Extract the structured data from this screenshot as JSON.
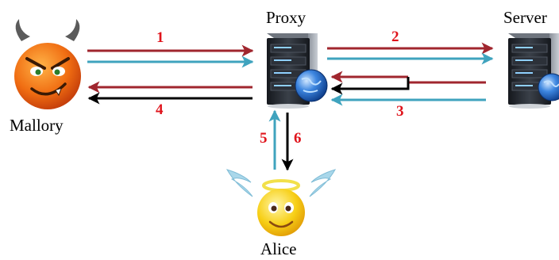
{
  "nodes": {
    "proxy": "Proxy",
    "server": "Server",
    "mallory": "Mallory",
    "alice": "Alice"
  },
  "steps": [
    "1",
    "2",
    "3",
    "4",
    "5",
    "6"
  ],
  "colors": {
    "red_arrow": "#a0262e",
    "teal_arrow": "#3fa3be",
    "black_arrow": "#000000",
    "step_number": "#e0141c",
    "server_body": "#1f2329",
    "globe": "#2e6fcf",
    "devil_face": "#ef6a14",
    "angel_face": "#f7d21a",
    "wings": "#a9d7ea",
    "halo": "#f2e04a"
  },
  "icons": [
    "devil-face-icon",
    "angel-face-icon",
    "server-icon",
    "globe-icon"
  ]
}
